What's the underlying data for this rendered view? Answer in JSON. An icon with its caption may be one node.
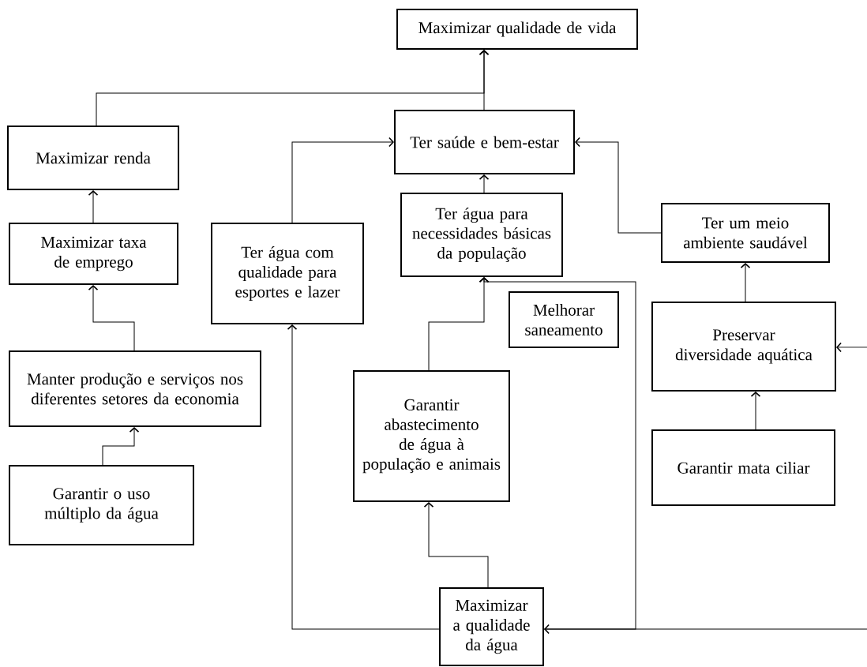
{
  "diagram": {
    "nodes": [
      {
        "text": [
          "Maximizar qualidade de vida"
        ]
      },
      {
        "text": [
          "Maximizar renda"
        ]
      },
      {
        "text": [
          "Ter saúde e bem-estar"
        ]
      },
      {
        "text": [
          "Maximizar taxa de emprego"
        ]
      },
      {
        "text": [
          "Ter água com qualidade para esportes e lazer"
        ]
      },
      {
        "text": [
          "Ter água para necessidades básicas da população"
        ]
      },
      {
        "text": [
          "Ter um meio ambiente saudável"
        ]
      },
      {
        "text": [
          "Melhorar saneamento"
        ]
      },
      {
        "text": [
          "Preservar diversidade aquática"
        ]
      },
      {
        "text": [
          "Manter produção e serviços nos diferentes setores da economia"
        ]
      },
      {
        "text": [
          "Garantir abastecimento de água à população e animais"
        ]
      },
      {
        "text": [
          "Garantir mata ciliar"
        ]
      },
      {
        "text": [
          "Garantir o uso múltiplo da água"
        ]
      },
      {
        "text": [
          "Maximizar a qualidade da água"
        ]
      }
    ],
    "edges": [
      {
        "from": 1,
        "to": 0,
        "arrow": "to"
      },
      {
        "from": 2,
        "to": 0,
        "arrow": "to"
      },
      {
        "from": 3,
        "to": 1,
        "arrow": "to"
      },
      {
        "from": 9,
        "to": 3,
        "arrow": "to"
      },
      {
        "from": 12,
        "to": 9,
        "arrow": "to"
      },
      {
        "from": 4,
        "to": 2,
        "arrow": "to"
      },
      {
        "from": 5,
        "to": 2,
        "arrow": "to"
      },
      {
        "from": 6,
        "to": 2,
        "arrow": "to"
      },
      {
        "from": 8,
        "to": 6,
        "arrow": "to"
      },
      {
        "from": 11,
        "to": 8,
        "arrow": "to"
      },
      {
        "from": 10,
        "to": 5,
        "arrow": "to"
      },
      {
        "from": 13,
        "to": 10,
        "arrow": "to"
      },
      {
        "from": 13,
        "to": 4,
        "arrow": "to"
      },
      {
        "from": null,
        "to": 13,
        "arrow": "to"
      },
      {
        "from": 13,
        "to": 5,
        "arrow": "to"
      },
      {
        "from": null,
        "to": 8,
        "arrow": "to"
      }
    ]
  }
}
